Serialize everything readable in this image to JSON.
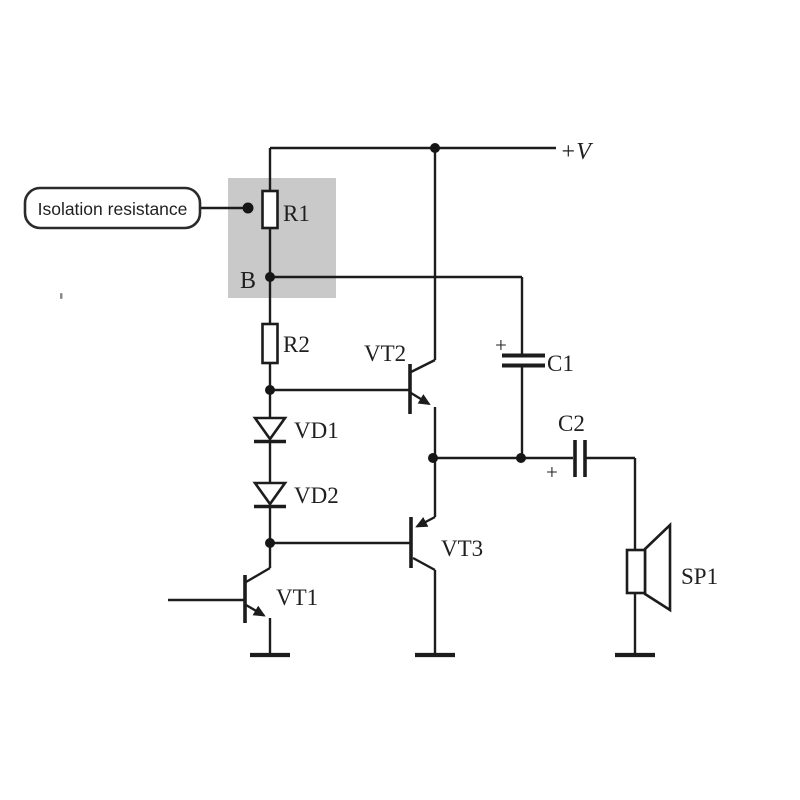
{
  "callout": {
    "text": "Isolation resistance"
  },
  "labels": {
    "power_rail": "+V",
    "node_b": "B",
    "r1": "R1",
    "r2": "R2",
    "vd1": "VD1",
    "vd2": "VD2",
    "vt1": "VT1",
    "vt2": "VT2",
    "vt3": "VT3",
    "c1": "C1",
    "c2": "C2",
    "sp1": "SP1",
    "c1_polarity": "+",
    "c2_polarity": "+"
  },
  "colors": {
    "background": "#ffffff",
    "wire": "#1c1c1c",
    "highlight_box": "#c9c9c9",
    "callout_border": "#2b2b2b",
    "muted_plus": "#a0a0a0"
  }
}
